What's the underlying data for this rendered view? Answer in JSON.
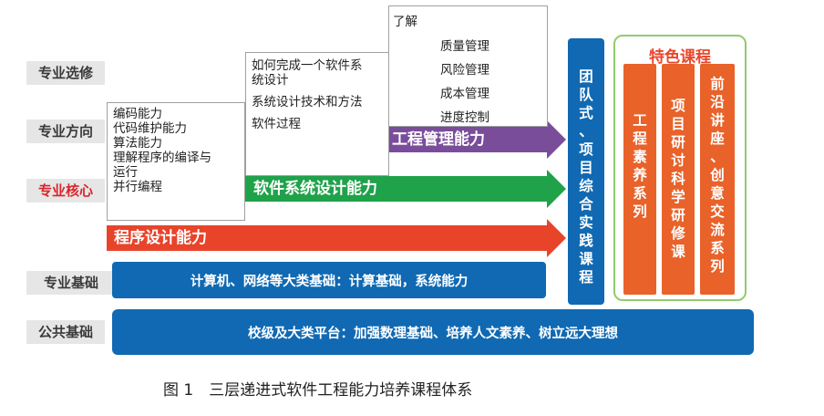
{
  "row_labels": {
    "elective": "专业选修",
    "direction": "专业方向",
    "core": "专业核心",
    "foundation": "专业基础",
    "public": "公共基础"
  },
  "arrows": {
    "engineering": "工程管理能力",
    "software": "软件系统设计能力",
    "programming": "程序设计能力"
  },
  "boxes": {
    "programming_items": [
      "编码能力",
      "代码维护能力",
      "算法能力",
      "理解程序的编译与",
      "运行",
      "并行编程"
    ],
    "software_items": [
      "如何完成一个软件系",
      "统设计",
      "系统设计技术和方法",
      "软件过程"
    ],
    "management_items": [
      "了解",
      "质量管理",
      "风险管理",
      "成本管理",
      "进度控制"
    ]
  },
  "bars": {
    "foundation": "计算机、网络等大类基础：计算基础，系统能力",
    "public": "校级及大类平台：加强数理基础、培养人文素养、树立远大理想"
  },
  "team_column": "团队式、项目综合实践课程",
  "special": {
    "title": "特色课程",
    "columns": [
      "工程素养系列",
      "项目研讨科学研修课",
      "前沿讲座、创意交流系列"
    ]
  },
  "caption": "图 1　三层递进式软件工程能力培养课程体系",
  "colors": {
    "purple_arrow": "#7a4d9a",
    "green_arrow": "#1fa24a",
    "red_arrow": "#e8442a",
    "blue_bar": "#1069b2",
    "orange": "#e8622a",
    "green_border": "#8fcc6e"
  }
}
